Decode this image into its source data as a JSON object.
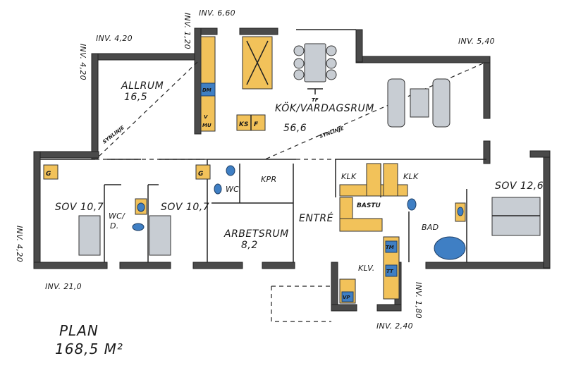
{
  "plan": {
    "title": "PLAN",
    "area": "168,5 M²",
    "rooms": {
      "allrum_name": "ALLRUM",
      "allrum_area": "16,5",
      "kok_name": "KÖK/VARDAGSRUM",
      "kok_area": "56,6",
      "sov1": "SOV 10,7",
      "sov2": "SOV 10,7",
      "sov3": "SOV 12,6",
      "wcd_a": "WC/",
      "wcd_b": "D.",
      "wc": "WC",
      "kpr": "KPR",
      "arbets_name": "ARBETSRUM",
      "arbets_area": "8,2",
      "entre": "ENTRÉ",
      "klk1": "KLK",
      "klk2": "KLK",
      "bastu": "BASTU",
      "bad": "BAD",
      "klv": "KLV."
    },
    "dims": {
      "top_inv_660": "INV. 6,60",
      "inv_120_top": "INV. 1,20",
      "inv_420_top": "INV. 4,20",
      "inv_420_left": "INV. 4,20",
      "inv_540": "INV. 5,40",
      "inv_420_bl": "INV. 4,20",
      "inv_210": "INV. 21,0",
      "inv_180": "INV. 1,80",
      "inv_240": "INV. 2,40"
    },
    "annotations": {
      "sightline1": "SYNLINJE",
      "sightline2": "SYNLINJE"
    },
    "fixtures": {
      "dm": "DM",
      "v": "V",
      "mu": "MU",
      "ks": "KS",
      "f": "F",
      "g1": "G",
      "g2": "G",
      "tm": "TM",
      "tt": "TT",
      "vp": "VP",
      "tf": "TF"
    },
    "colors": {
      "fixture_yellow": "#f2c25a",
      "fixture_blue": "#3f7fc4",
      "wall": "#4a4a4a"
    }
  }
}
